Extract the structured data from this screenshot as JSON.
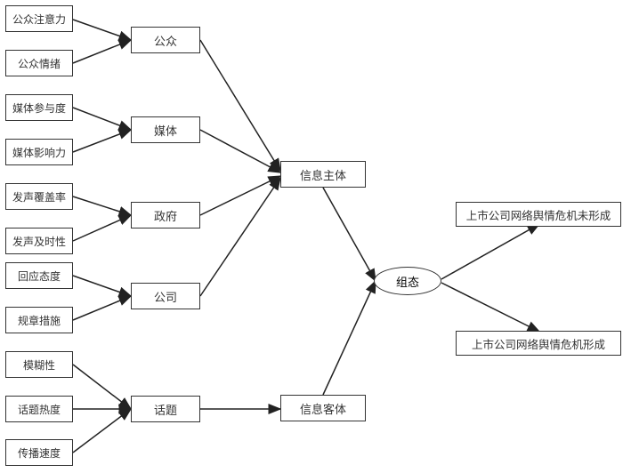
{
  "factors": [
    "公众注意力",
    "公众情绪",
    "媒体参与度",
    "媒体影响力",
    "发声覆盖率",
    "发声及时性",
    "回应态度",
    "规章措施",
    "模糊性",
    "话题热度",
    "传播速度"
  ],
  "groups": [
    "公众",
    "媒体",
    "政府",
    "公司",
    "话题"
  ],
  "subjects": {
    "info_subject": "信息主体",
    "info_object": "信息客体"
  },
  "configuration": "组态",
  "outcomes": [
    "上市公司网络舆情危机未形成",
    "上市公司网络舆情危机形成"
  ]
}
